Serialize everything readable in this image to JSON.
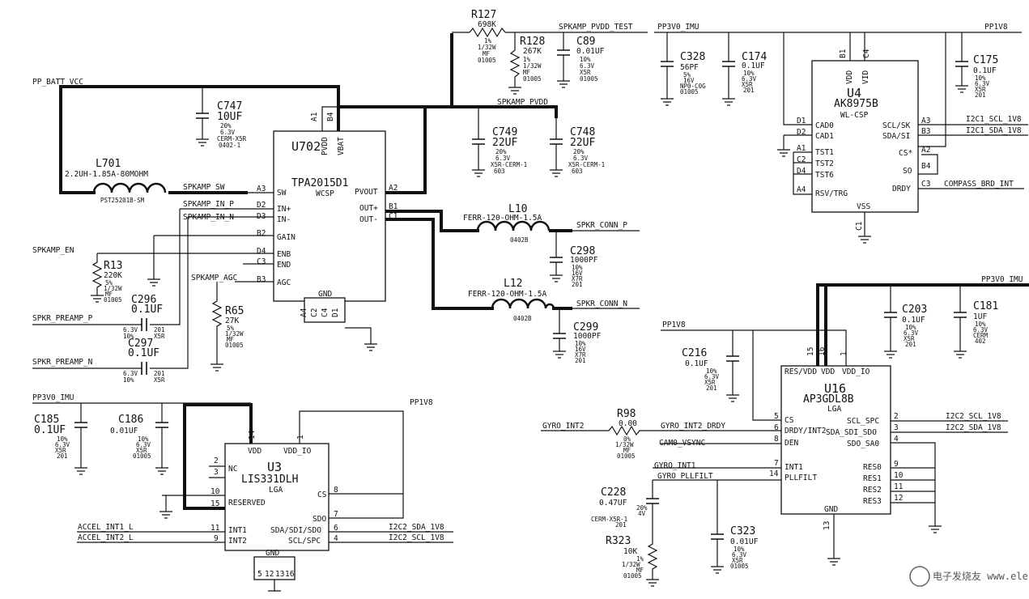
{
  "components": {
    "u702": {
      "ref": "U702",
      "part": "TPA2015D1",
      "pkg": "WCSP",
      "pins": [
        "A3",
        "SW",
        "D2",
        "IN+",
        "D3",
        "IN-",
        "B2",
        "GAIN",
        "D4",
        "ENB",
        "C3",
        "END",
        "B3",
        "AGC",
        "A1",
        "B4",
        "PVDD",
        "VBAT",
        "A2",
        "PVOUT",
        "B1",
        "OUT+",
        "C1",
        "OUT-",
        "GND",
        "A4",
        "C2",
        "C4",
        "D1"
      ]
    },
    "u4": {
      "ref": "U4",
      "part": "AK8975B",
      "pkg": "WL-CSP",
      "pins": [
        "B1",
        "C4",
        "VDD",
        "VID",
        "D1",
        "CAD0",
        "D2",
        "CAD1",
        "A1",
        "TST1",
        "C2",
        "TST2",
        "D4",
        "TST6",
        "A4",
        "RSV/TRG",
        "A3",
        "SCL/SK",
        "B3",
        "SDA/SI",
        "A2",
        "CS*",
        "B4",
        "SO",
        "C3",
        "DRDY",
        "VSS",
        "C1"
      ]
    },
    "u3": {
      "ref": "U3",
      "part": "LIS331DLH",
      "pkg": "LGA",
      "pins": [
        "14",
        "1",
        "VDD",
        "VDD_IO",
        "2",
        "NC",
        "3",
        "10",
        "15",
        "RESERVED",
        "8",
        "CS",
        "7",
        "SDO",
        "6",
        "SDA/SDI/SDO",
        "4",
        "SCL/SPC",
        "11",
        "INT1",
        "9",
        "INT2",
        "GND",
        "5",
        "12",
        "13",
        "16"
      ]
    },
    "u16": {
      "ref": "U16",
      "part": "AP3GDL8B",
      "pkg": "LGA",
      "pins": [
        "15",
        "16",
        "1",
        "RES/VDD",
        "VDD",
        "VDD_IO",
        "5",
        "CS",
        "6",
        "DRDY/INT2",
        "8",
        "DEN",
        "7",
        "INT1",
        "14",
        "PLLFILT",
        "2",
        "SCL_SPC",
        "3",
        "SDA_SDI_SDO",
        "4",
        "SDO_SA0",
        "9",
        "RES0",
        "10",
        "RES1",
        "11",
        "RES2",
        "12",
        "RES3",
        "GND",
        "13"
      ]
    }
  },
  "passives": {
    "r127": {
      "ref": "R127",
      "value": "698K",
      "spec": [
        "1%",
        "1/32W",
        "MF",
        "01005"
      ]
    },
    "r128": {
      "ref": "R128",
      "value": "267K",
      "spec": [
        "1%",
        "1/32W",
        "MF",
        "01005"
      ]
    },
    "c89": {
      "ref": "C89",
      "value": "0.01UF",
      "spec": [
        "10%",
        "6.3V",
        "X5R",
        "01005"
      ]
    },
    "c747": {
      "ref": "C747",
      "value": "10UF",
      "spec": [
        "20%",
        "6.3V",
        "CERM-X5R",
        "0402-1"
      ]
    },
    "c749": {
      "ref": "C749",
      "value": "22UF",
      "spec": [
        "20%",
        "6.3V",
        "X5R-CERM-1",
        "603"
      ]
    },
    "c748": {
      "ref": "C748",
      "value": "22UF",
      "spec": [
        "20%",
        "6.3V",
        "X5R-CERM-1",
        "603"
      ]
    },
    "l701": {
      "ref": "L701",
      "value": "2.2UH-1.85A-80MOHM",
      "part": "PST25201B-SM"
    },
    "l10": {
      "ref": "L10",
      "value": "FERR-120-OHM-1.5A",
      "pkg": "0402B"
    },
    "l12": {
      "ref": "L12",
      "value": "FERR-120-OHM-1.5A",
      "pkg": "0402B"
    },
    "c298": {
      "ref": "C298",
      "value": "1000PF",
      "spec": [
        "10%",
        "16V",
        "X7R",
        "201"
      ]
    },
    "c299": {
      "ref": "C299",
      "value": "1000PF",
      "spec": [
        "10%",
        "16V",
        "X7R",
        "201"
      ]
    },
    "r13": {
      "ref": "R13",
      "value": "220K",
      "spec": [
        "5%",
        "1/32W",
        "MF",
        "01005"
      ]
    },
    "c296": {
      "ref": "C296",
      "value": "0.1UF",
      "spec": [
        "6.3V",
        "10%",
        "201",
        "X5R"
      ]
    },
    "c297": {
      "ref": "C297",
      "value": "0.1UF",
      "spec": [
        "6.3V",
        "10%",
        "201",
        "X5R"
      ]
    },
    "r65": {
      "ref": "R65",
      "value": "27K",
      "spec": [
        "5%",
        "1/32W",
        "MF",
        "01005"
      ]
    },
    "c328": {
      "ref": "C328",
      "value": "56PF",
      "spec": [
        "5%",
        "16V",
        "NP0-C0G",
        "01005"
      ]
    },
    "c174": {
      "ref": "C174",
      "value": "0.1UF",
      "spec": [
        "10%",
        "6.3V",
        "X5R",
        "201"
      ]
    },
    "c175": {
      "ref": "C175",
      "value": "0.1UF",
      "spec": [
        "10%",
        "6.3V",
        "X5R",
        "201"
      ]
    },
    "c185": {
      "ref": "C185",
      "value": "0.1UF",
      "spec": [
        "10%",
        "6.3V",
        "X5R",
        "201"
      ]
    },
    "c186": {
      "ref": "C186",
      "value": "0.01UF",
      "spec": [
        "10%",
        "6.3V",
        "X5R",
        "01005"
      ]
    },
    "c203": {
      "ref": "C203",
      "value": "0.1UF",
      "spec": [
        "10%",
        "6.3V",
        "X5R",
        "201"
      ]
    },
    "c181": {
      "ref": "C181",
      "value": "1UF",
      "spec": [
        "10%",
        "6.3V",
        "CERM",
        "402"
      ]
    },
    "c216": {
      "ref": "C216",
      "value": "0.1UF",
      "spec": [
        "10%",
        "6.3V",
        "X5R",
        "201"
      ]
    },
    "r98": {
      "ref": "R98",
      "value": "0.00",
      "spec": [
        "0%",
        "1/32W",
        "MF",
        "01005"
      ]
    },
    "c228": {
      "ref": "C228",
      "value": "0.47UF",
      "spec": [
        "20%",
        "4V",
        "CERM-X5R-1",
        "201"
      ]
    },
    "r323": {
      "ref": "R323",
      "value": "10K",
      "spec": [
        "1%",
        "1/32W",
        "MF",
        "01005"
      ]
    },
    "c323": {
      "ref": "C323",
      "value": "0.01UF",
      "spec": [
        "10%",
        "6.3V",
        "X5R",
        "01005"
      ]
    }
  },
  "nets": {
    "pp_batt_vcc": "PP_BATT_VCC",
    "spkamp_pvdd_test": "SPKAMP_PVDD_TEST",
    "spkamp_pvdd": "SPKAMP_PVDD",
    "spkamp_sw": "SPKAMP_SW",
    "spkamp_in_p": "SPKAMP_IN_P",
    "spkamp_in_n": "SPKAMP_IN_N",
    "spkamp_en": "SPKAMP_EN",
    "spkamp_agc": "SPKAMP_AGC",
    "spkr_preamp_p": "SPKR_PREAMP_P",
    "spkr_preamp_n": "SPKR_PREAMP_N",
    "spkr_conn_p": "SPKR_CONN_P",
    "spkr_conn_n": "SPKR_CONN_N",
    "pp3v0_imu": "PP3V0_IMU",
    "pp1v8": "PP1V8",
    "i2c1_scl": "I2C1_SCL_1V8",
    "i2c1_sda": "I2C1_SDA_1V8",
    "compass_int": "COMPASS_BRD_INT",
    "i2c2_sda": "I2C2_SDA_1V8",
    "i2c2_scl": "I2C2_SCL_1V8",
    "accel_int1": "ACCEL_INT1_L",
    "accel_int2": "ACCEL_INT2_L",
    "gyro_int2": "GYRO_INT2",
    "gyro_int2_drdy": "GYRO_INT2_DRDY",
    "cam0_vsync": "CAM0_VSYNC",
    "gyro_int1": "GYRO_INT1",
    "gyro_pllfilt": "GYRO_PLLFILT"
  },
  "watermark": "电子发烧友 www.elecfans.com"
}
